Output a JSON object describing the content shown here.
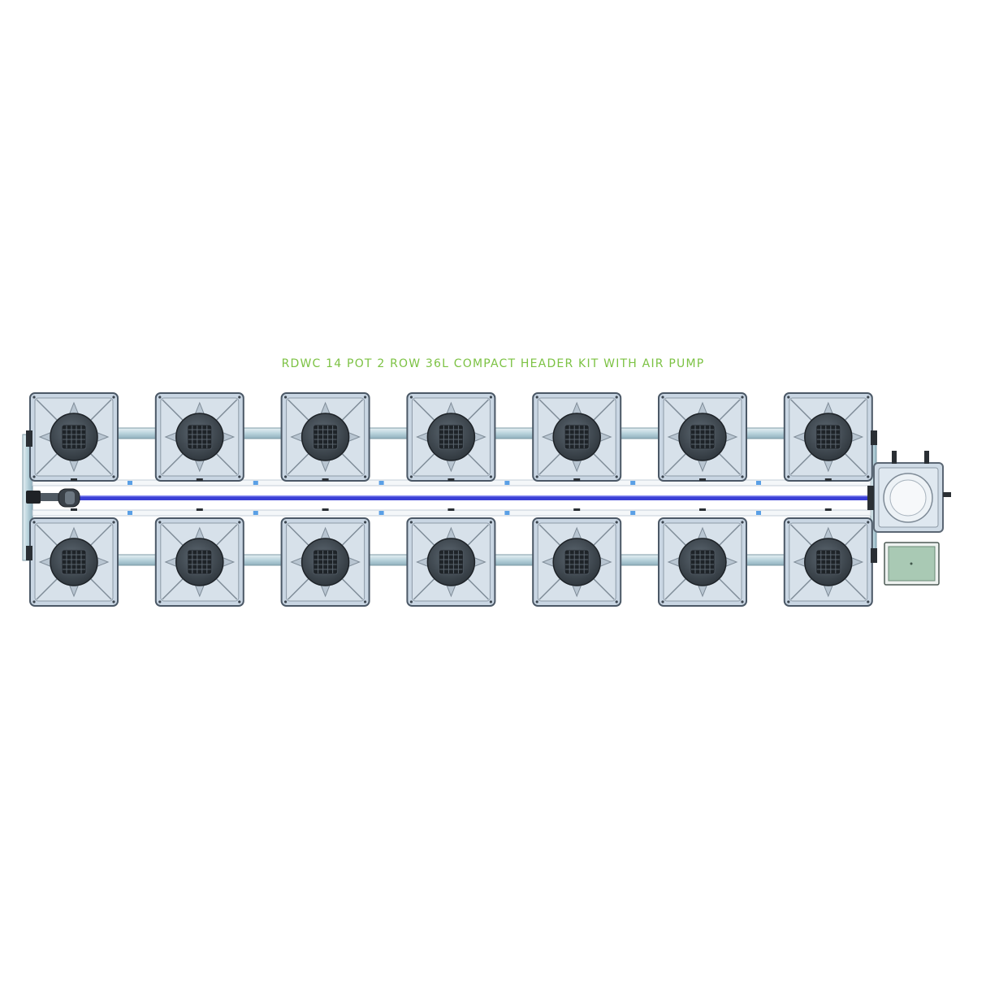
{
  "title": "RDWC 14 POT 2 ROW 36L COMPACT HEADER KIT WITH AIR PUMP",
  "system": {
    "rows": 2,
    "pots_per_row": 7,
    "total_pots": 14
  },
  "colors": {
    "title": "#7cc243",
    "pot_body": "#c9d6e3",
    "pot_edge": "#4b5866",
    "pot_lid": "#2f363d",
    "pipe": "#b9d3dc",
    "air_line": "#3a3fd6",
    "header_tank": "#cfdbe6",
    "air_pump": "#a9c9b4"
  }
}
